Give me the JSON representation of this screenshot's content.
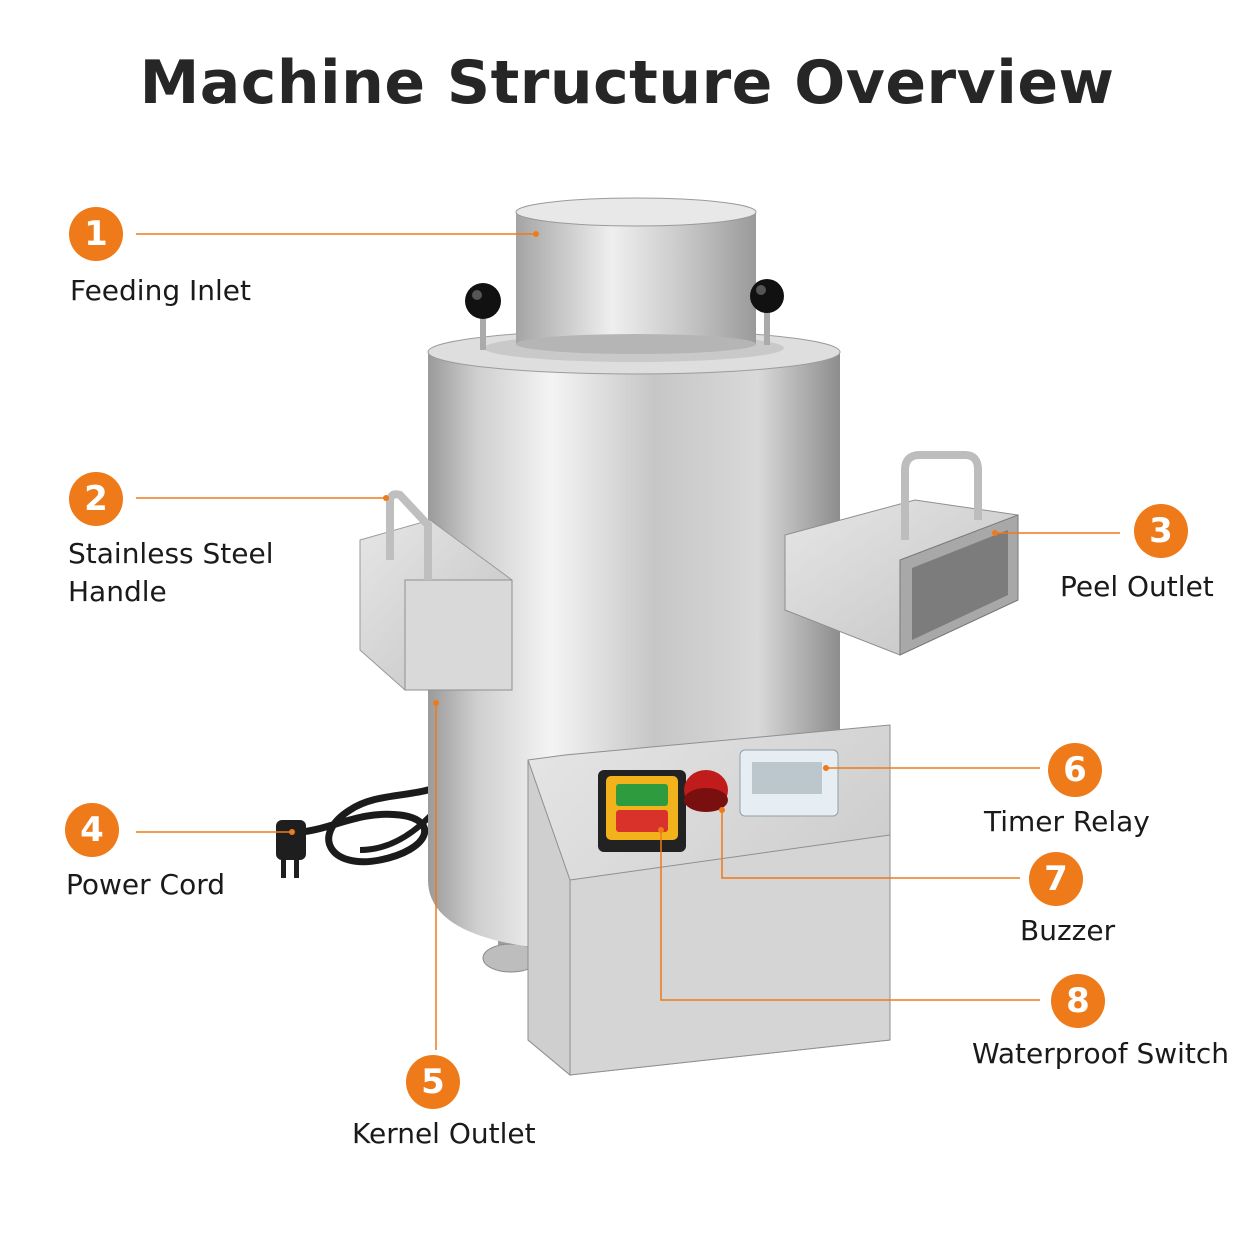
{
  "title": "Machine Structure Overview",
  "accent_color": "#ef7a1a",
  "callouts": [
    {
      "number": "1",
      "label": "Feeding Inlet"
    },
    {
      "number": "2",
      "label": "Stainless Steel Handle"
    },
    {
      "number": "3",
      "label": "Peel Outlet"
    },
    {
      "number": "4",
      "label": "Power Cord"
    },
    {
      "number": "5",
      "label": "Kernel Outlet"
    },
    {
      "number": "6",
      "label": "Timer Relay"
    },
    {
      "number": "7",
      "label": "Buzzer"
    },
    {
      "number": "8",
      "label": "Waterproof Switch"
    }
  ]
}
